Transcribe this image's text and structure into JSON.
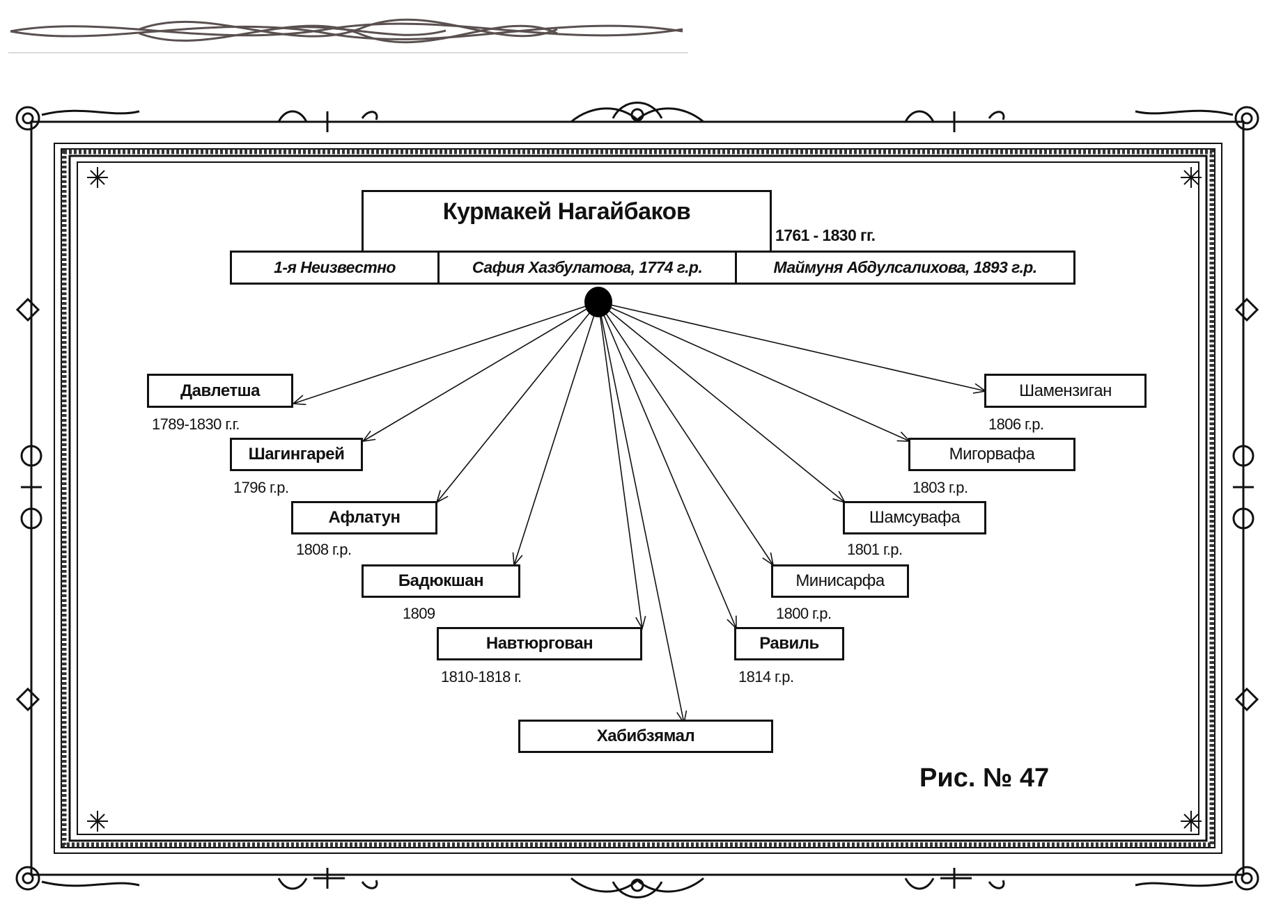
{
  "diagram": {
    "root": {
      "name": "Курмакей Нагайбаков",
      "years": "1761 - 1830 гг."
    },
    "spouses": [
      {
        "label": "1-я Неизвестно"
      },
      {
        "label": "Сафия Хазбулатова, 1774 г.р."
      },
      {
        "label": "Маймуня Абдулсалихова, 1893 г.р."
      }
    ],
    "children": [
      {
        "name": "Давлетша",
        "year": "1789-1830 г.г."
      },
      {
        "name": "Шагингарей",
        "year": "1796 г.р."
      },
      {
        "name": "Афлатун",
        "year": "1808 г.р."
      },
      {
        "name": "Бадюкшан",
        "year": "1809"
      },
      {
        "name": "Навтюргован",
        "year": "1810-1818 г."
      },
      {
        "name": "Хабибзямал",
        "year": ""
      },
      {
        "name": "Равиль",
        "year": "1814 г.р."
      },
      {
        "name": "Минисарфа",
        "year": "1800 г.р."
      },
      {
        "name": "Шамсувафа",
        "year": "1801 г.р."
      },
      {
        "name": "Мигорвафа",
        "year": "1803 г.р."
      },
      {
        "name": "Шамензиган",
        "year": "1806 г.р."
      }
    ],
    "caption": "Рис. № 47"
  },
  "colors": {
    "ink": "#111111",
    "frame_gray": "#5b5b5b",
    "background": "#ffffff"
  }
}
